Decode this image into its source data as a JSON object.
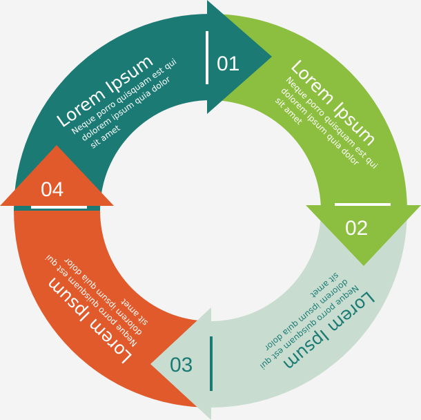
{
  "colors": {
    "teal": "#1b7b74",
    "green": "#8cbf3f",
    "mint": "#c8ddd0",
    "orange": "#e05a2b",
    "background": "#f4f4f4"
  },
  "steps": [
    {
      "number": "01",
      "title": "Lorem Ipsum",
      "lines": [
        "Neque porro quisquam est qui",
        "dolorem ipsum quia dolor",
        "sit amet"
      ]
    },
    {
      "number": "02",
      "title": "Lorem Ipsum",
      "lines": [
        "Neque porro quisquam est qui",
        "dolorem ipsum quia dolor",
        "sit amet"
      ]
    },
    {
      "number": "03",
      "title": "Lorem Ipsum",
      "lines": [
        "Neque porro quisquam est qui",
        "dolorem ipsum quia dolor",
        "sit amet"
      ]
    },
    {
      "number": "04",
      "title": "Lorem Ipsum",
      "lines": [
        "Neque porro quisquam est qui",
        "dolorem ipsum quia dolor",
        "sit amet"
      ]
    }
  ]
}
